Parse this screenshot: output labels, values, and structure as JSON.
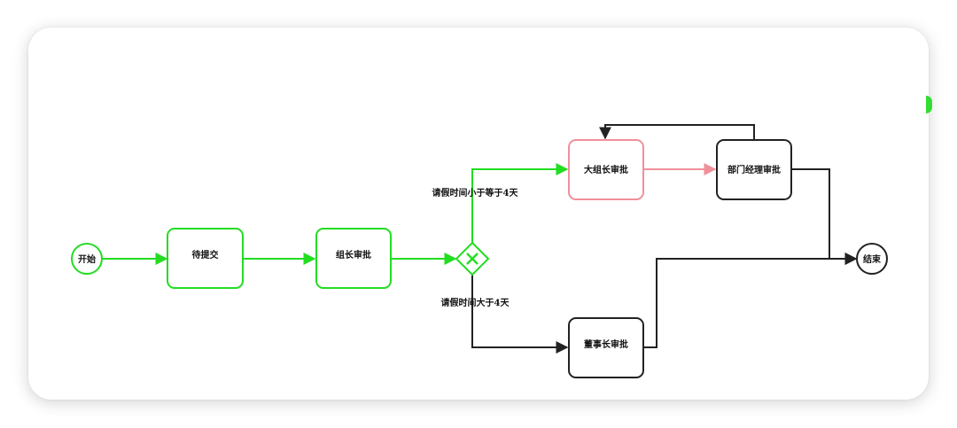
{
  "colors": {
    "completed": "#22dd22",
    "active": "#f0909a",
    "pending": "#222222",
    "card_background": "#ffffff"
  },
  "nodes": {
    "start": "开始",
    "submit": "待提交",
    "team_lead": "组长审批",
    "senior_lead": "大组长审批",
    "dept_manager": "部门经理审批",
    "chairman": "董事长审批",
    "end": "结束"
  },
  "gateway": {
    "type": "exclusive",
    "icon": "x-icon"
  },
  "edges": {
    "lte_4_days": "请假时间小于等于4天",
    "gt_4_days": "请假时间大于4天"
  }
}
